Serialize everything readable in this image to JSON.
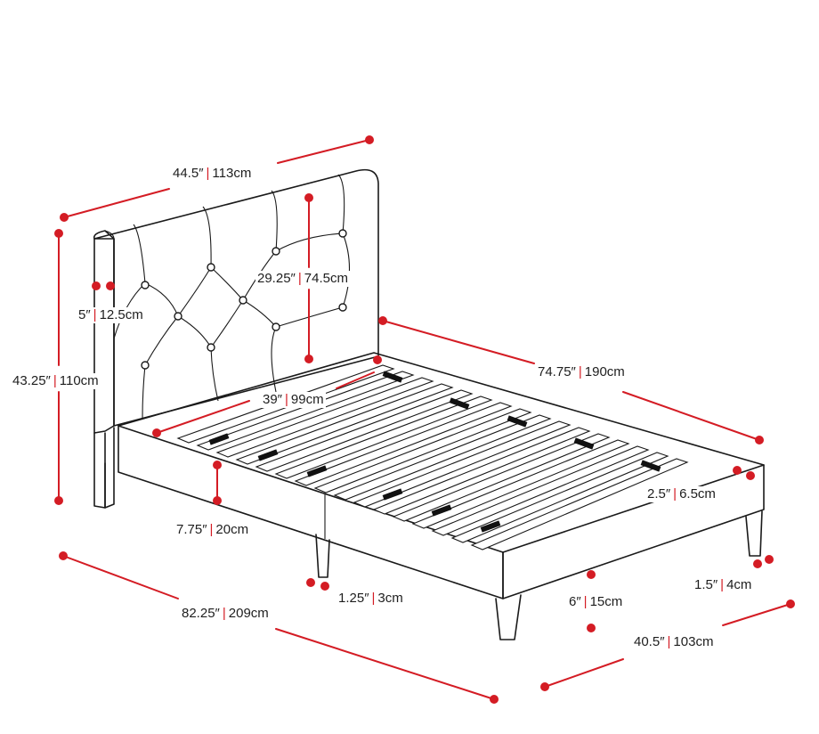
{
  "dimensions": {
    "headboard_width": {
      "imperial": "44.5″",
      "metric": "113cm"
    },
    "headboard_height": {
      "imperial": "29.25″",
      "metric": "74.5cm"
    },
    "headboard_thickness": {
      "imperial": "5″",
      "metric": "12.5cm"
    },
    "total_height": {
      "imperial": "43.25″",
      "metric": "110cm"
    },
    "inner_width": {
      "imperial": "39″",
      "metric": "99cm"
    },
    "frame_length": {
      "imperial": "74.75″",
      "metric": "190cm"
    },
    "slat_depth": {
      "imperial": "2.5″",
      "metric": "6.5cm"
    },
    "clearance": {
      "imperial": "7.75″",
      "metric": "20cm"
    },
    "total_length": {
      "imperial": "82.25″",
      "metric": "209cm"
    },
    "side_rail": {
      "imperial": "1.25″",
      "metric": "3cm"
    },
    "leg_height": {
      "imperial": "6″",
      "metric": "15cm"
    },
    "leg_width": {
      "imperial": "1.5″",
      "metric": "4cm"
    },
    "total_width": {
      "imperial": "40.5″",
      "metric": "103cm"
    }
  },
  "separator": "|",
  "accent_color": "#d41c24"
}
